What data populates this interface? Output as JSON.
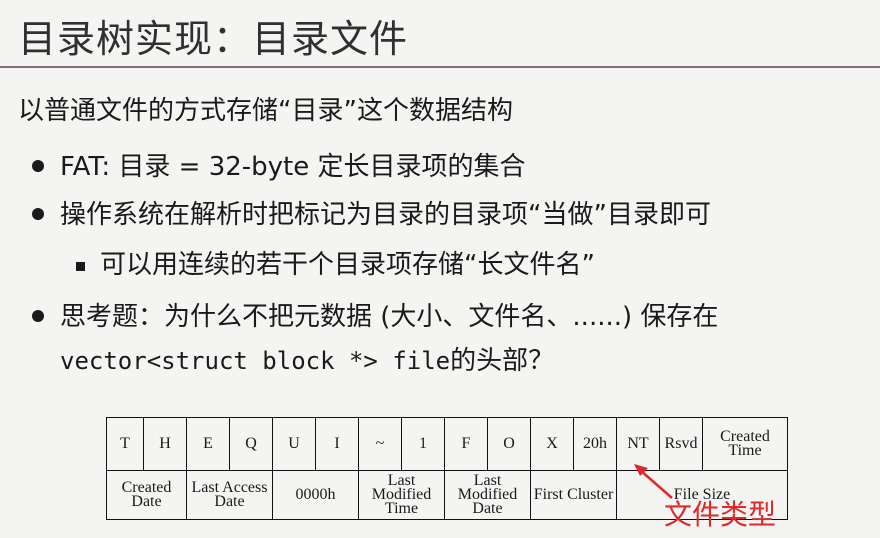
{
  "title": "目录树实现：目录文件",
  "intro": "以普通文件的方式存储“目录”这个数据结构",
  "bullets": [
    "FAT: 目录 = 32-byte 定长目录项的集合",
    "操作系统在解析时把标记为目录的目录项“当做”目录即可"
  ],
  "sub_bullet": "可以用连续的若干个目录项存储“长文件名”",
  "question": {
    "text": "思考题：为什么不把元数据 (大小、文件名、......) 保存在",
    "code": "vector<struct block *> file",
    "suffix": "的头部？"
  },
  "table": {
    "row1": [
      "T",
      "H",
      "E",
      "Q",
      "U",
      "I",
      "~",
      "1",
      "F",
      "O",
      "X",
      "20h",
      "NT",
      "Rsvd",
      "Created Time"
    ],
    "row2": [
      "Created Date",
      "Last Access Date",
      "0000h",
      "Last Modified Time",
      "Last Modified Date",
      "First Cluster",
      "File Size"
    ]
  },
  "annotation": "文件类型",
  "colors": {
    "annotation": "#e0282a",
    "rule": "#8a6d7a"
  }
}
